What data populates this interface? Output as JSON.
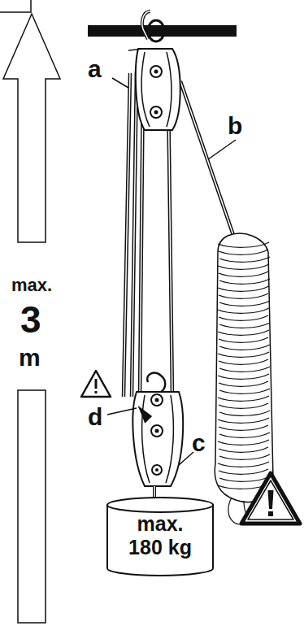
{
  "diagram": {
    "nodes": [
      {
        "text": [
          "max. 180 kg"
        ]
      }
    ],
    "labels": [
      "a",
      "b",
      "max.",
      "3",
      "m",
      "d",
      "c"
    ]
  }
}
